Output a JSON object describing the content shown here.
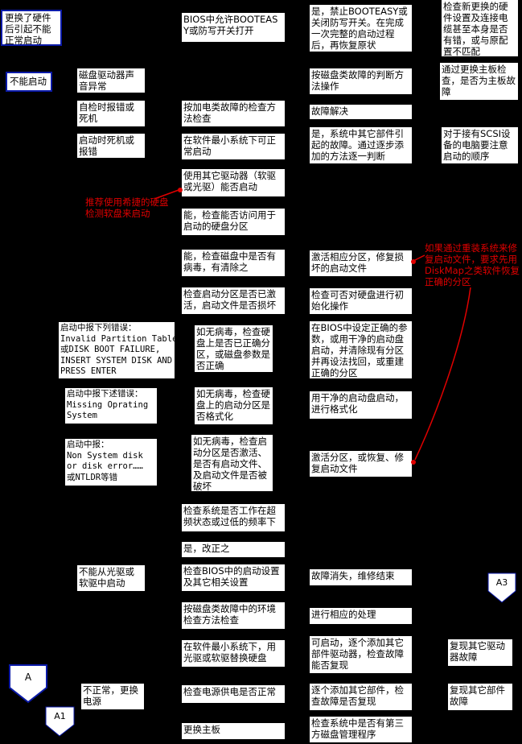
{
  "left_column": {
    "hw_change": "更换了硬件后引起不能正常启动",
    "cannot_boot": "不能启动",
    "mid": {
      "disk_noise": "磁盘驱动器声音异常",
      "selftest_error": "自检时报错或死机",
      "boot_error": "启动时死机或报错",
      "err_invalid_title": "启动中报下列错误：",
      "err_invalid_lines": [
        "Invalid Partition Table",
        "或DISK BOOT FAILURE,",
        "INSERT SYSTEM DISK AND",
        "PRESS ENTER"
      ],
      "err_missing_title": "启动中报下述错误：",
      "err_missing_lines": [
        "Missing Oprating",
        "System"
      ],
      "err_nosys_title": "启动中报：",
      "err_nosys_lines": [
        "Non System disk",
        "or disk error……",
        "或NTLDR等错"
      ],
      "cd_floppy": "不能从光驱或软驱中启动",
      "abnormal_psu": "不正常，更换电源"
    }
  },
  "center_column": {
    "bios_booteasy": "BIOS中允许BOOTEASY或防写开关打开",
    "disk_fault_method": "",
    "power_fault_check": "按加电类故障的检查方法检查",
    "min_system_normal": "在软件最小系统下可正常启动",
    "other_drive": "使用其它驱动器（软驱或光驱）能否启动",
    "can_access_disk": "能，检查能否访问用于启动的硬盘分区",
    "virus_check": "能，检查磁盘中是否有病毒，有清除之",
    "boot_partition_check": "检查启动分区是否已激活，启动文件是否损坏",
    "params_check": "如无病毒，检查硬盘上是否已正确分区，或磁盘参数是否正确",
    "format_check": "如无病毒，检查硬盘上的启动分区是否格式化",
    "active_check": "如无病毒，检查启动分区是否激活、是否有启动文件、及启动文件是否被破坏",
    "overclock": "检查系统是否工作在超频状态或过低的频率下",
    "fix_it": "是，改正之",
    "bios_boot_setting": "检查BIOS中的启动设置及其它相关设置",
    "env_check": "按磁盘类故障中的环境检查方法检查",
    "replace_disk": "在软件最小系统下，用光驱或软驱替换硬盘",
    "psu_check": "检查电源供电是否正常",
    "replace_board": "更换主板"
  },
  "right_column": {
    "disable_booteasy": "是，禁止BOOTEASY或关闭防写开关。在完成一次完整的启动过程后，再恢复原状",
    "disk_fault_judgment": "按磁盘类故障的判断方法操作",
    "fault_solved": "故障解决",
    "other_parts": "是，系统中其它部件引起的故障。通过逐步添加的方法逐一判断",
    "activate_repair": "激活相应分区，修复损坏的启动文件",
    "can_init": "检查可否对硬盘进行初始化操作",
    "bios_params": "在BIOS中设定正确的参数，或用干净的启动盘启动，并清除现有分区并再设法找回，或重建正确的分区",
    "format_clean": "用干净的启动盘启动，进行格式化",
    "activate_restore": "激活分区，或恢复、修复启动文件",
    "fault_gone": "故障消失，维修结束",
    "process": "进行相应的处理",
    "add_components": "可启动，逐个添加其它部件驱动器，检查故障能否复现",
    "add_parts": "逐个添加其它部件，检查故障是否复现",
    "third_party": "检查系统中是否有第三方磁盘管理程序"
  },
  "far_right": {
    "check_new_hw": "检查新更换的硬件设置及连接电缆甚至本身是否有错，或与原配置不匹配",
    "replace_mb": "通过更换主板检查，是否为主板故障",
    "scsi": "对于接有SCSI设备的电脑要注意启动的顺序",
    "reproduce_drive": "复现其它驱动器故障",
    "reproduce_part": "复现其它部件故障"
  },
  "notes": {
    "left_red": "推荐使用希捷的硬盘检测软盘来启动",
    "right_red": "如果通过重装系统来修复启动文件，要求先用DiskMap之类软件恢复正确的分区"
  },
  "connectors": {
    "a": "A",
    "a1": "A1",
    "a3": "A3"
  },
  "colors": {
    "background": "#000000",
    "box": "#ffffff",
    "border_blue": "#0b1aa8",
    "note_red": "#e00000"
  }
}
